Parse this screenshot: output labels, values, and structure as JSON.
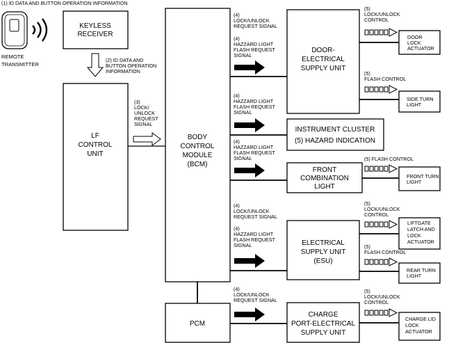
{
  "header_caption": "(1) ID DATA AND BUTTON OPERATION INFORMATION",
  "remote": {
    "line1": "REMOTE",
    "line2": "TRANSMITTER"
  },
  "keyless": {
    "line1": "KEYLESS",
    "line2": "RECEIVER"
  },
  "lf_label": {
    "line1": "(2) ID DATA AND",
    "line2": "BUTTON OPERATION",
    "line3": "INFORMATION"
  },
  "lf_unit": {
    "line1": "LF",
    "line2": "CONTROL",
    "line3": "UNIT"
  },
  "lf_out": {
    "line1": "(3)",
    "line2": "LOCK/",
    "line3": "UNLOCK",
    "line4": "REQUEST",
    "line5": "SIGNAL"
  },
  "bcm": {
    "line1": "BODY",
    "line2": "CONTROL",
    "line3": "MODULE",
    "line4": "(BCM)"
  },
  "pcm": {
    "label": "PCM"
  },
  "sig_door_lock": {
    "line1": "(4)",
    "line2": "LOCK/UNLOCK",
    "line3": "REQUEST SIGNAL"
  },
  "sig_door_haz": {
    "line1": "(4)",
    "line2": "HAZZARD LIGHT",
    "line3": "FLASH REQUEST",
    "line4": "SIGNAL"
  },
  "sig_cluster_haz": {
    "line1": "(4)",
    "line2": "HAZZARD LIGHT",
    "line3": "FLASH REQUEST",
    "line4": "SIGNAL"
  },
  "sig_front_haz": {
    "line1": "(4)",
    "line2": "HAZZARD LIGHT",
    "line3": "FLASH REQUEST",
    "line4": "SIGNAL"
  },
  "sig_esu_lock": {
    "line1": "(4)",
    "line2": "LOCK/UNLOCK",
    "line3": "REQUEST SIGNAL"
  },
  "sig_esu_haz": {
    "line1": "(4)",
    "line2": "HAZZARD LIGHT",
    "line3": "FLASH REQUEST",
    "line4": "SIGNAL"
  },
  "sig_pcm_lock": {
    "line1": "(4)",
    "line2": "LOCK/UNLOCK",
    "line3": "REQUEST SIGNAL"
  },
  "door_esu": {
    "line1": "DOOR-",
    "line2": "ELECTRICAL",
    "line3": "SUPPLY UNIT"
  },
  "cluster": {
    "line1": "INSTRUMENT CLUSTER",
    "line2": "(5) HAZARD INDICATION"
  },
  "front_comb": {
    "line1": "FRONT",
    "line2": "COMBINATION",
    "line3": "LIGHT"
  },
  "esu": {
    "line1": "ELECTRICAL",
    "line2": "SUPPLY UNIT",
    "line3": "(ESU)"
  },
  "charge_esu": {
    "line1": "CHARGE",
    "line2": "PORT-ELECTRICAL",
    "line3": "SUPPLY UNIT"
  },
  "ctrl_door_lock": {
    "line1": "(5)",
    "line2": "LOCK/UNLOCK",
    "line3": "CONTROL"
  },
  "ctrl_side_flash": {
    "line1": "(5)",
    "line2": "FLASH CONTROL"
  },
  "ctrl_front_flash": {
    "line1": "(5) FLASH CONTROL"
  },
  "ctrl_liftgate_lock": {
    "line1": "(5)",
    "line2": "LOCK/UNLOCK",
    "line3": "CONTROL"
  },
  "ctrl_rear_flash": {
    "line1": "(5)",
    "line2": "FLASH CONTROL"
  },
  "ctrl_charge_lock": {
    "line1": "(5)",
    "line2": "LOCK/UNLOCK",
    "line3": "CONTROL"
  },
  "out_door_lock": {
    "line1": "DOOR",
    "line2": "LOCK",
    "line3": "ACTUATOR"
  },
  "out_side_turn": {
    "line1": "SIDE TURN",
    "line2": "LIGHT"
  },
  "out_front_turn": {
    "line1": "FRONT TURN",
    "line2": "LIGHT"
  },
  "out_liftgate": {
    "line1": "LIFTGATE",
    "line2": "LATCH AND",
    "line3": "LOCK",
    "line4": "ACTUATOR"
  },
  "out_rear_turn": {
    "line1": "REAR TURN",
    "line2": "LIGHT"
  },
  "out_charge_lid": {
    "line1": "CHARGE LID",
    "line2": "LOCK",
    "line3": "ACTUATOR"
  }
}
